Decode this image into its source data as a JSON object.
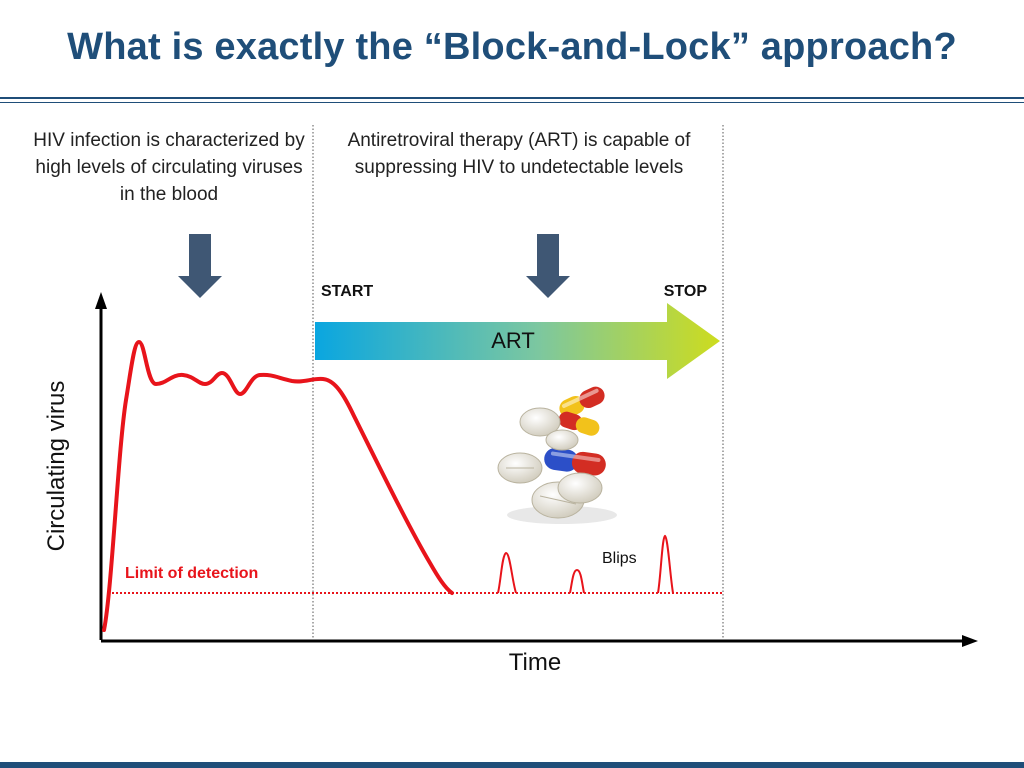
{
  "slide": {
    "title": "What is exactly the “Block-and-Lock” approach?"
  },
  "captions": {
    "infection": "HIV infection is characterized by high levels of circulating viruses in the blood",
    "art": "Antiretroviral therapy (ART) is capable of suppressing HIV to undetectable levels"
  },
  "labels": {
    "start": "START",
    "stop": "STOP",
    "art": "ART",
    "limit": "Limit of detection",
    "blips": "Blips",
    "x_axis": "Time",
    "y_axis": "Circulating virus"
  },
  "colors": {
    "title": "#1f4e79",
    "curve": "#e8141b",
    "arrow_down": "#3f5774",
    "art_gradient_start": "#0aa6e0",
    "art_gradient_end": "#cddc1e"
  }
}
